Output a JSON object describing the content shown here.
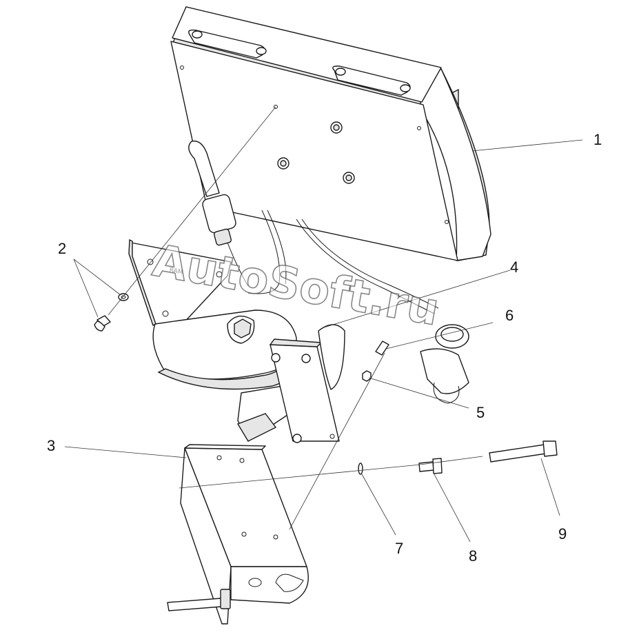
{
  "callouts": [
    {
      "id": "1",
      "label": "1"
    },
    {
      "id": "2",
      "label": "2"
    },
    {
      "id": "3",
      "label": "3"
    },
    {
      "id": "4",
      "label": "4"
    },
    {
      "id": "5",
      "label": "5"
    },
    {
      "id": "6",
      "label": "6"
    },
    {
      "id": "7",
      "label": "7"
    },
    {
      "id": "8",
      "label": "8"
    },
    {
      "id": "9",
      "label": "9"
    }
  ],
  "watermark": "AutoSoft.ru",
  "plate_marking": "RAM"
}
